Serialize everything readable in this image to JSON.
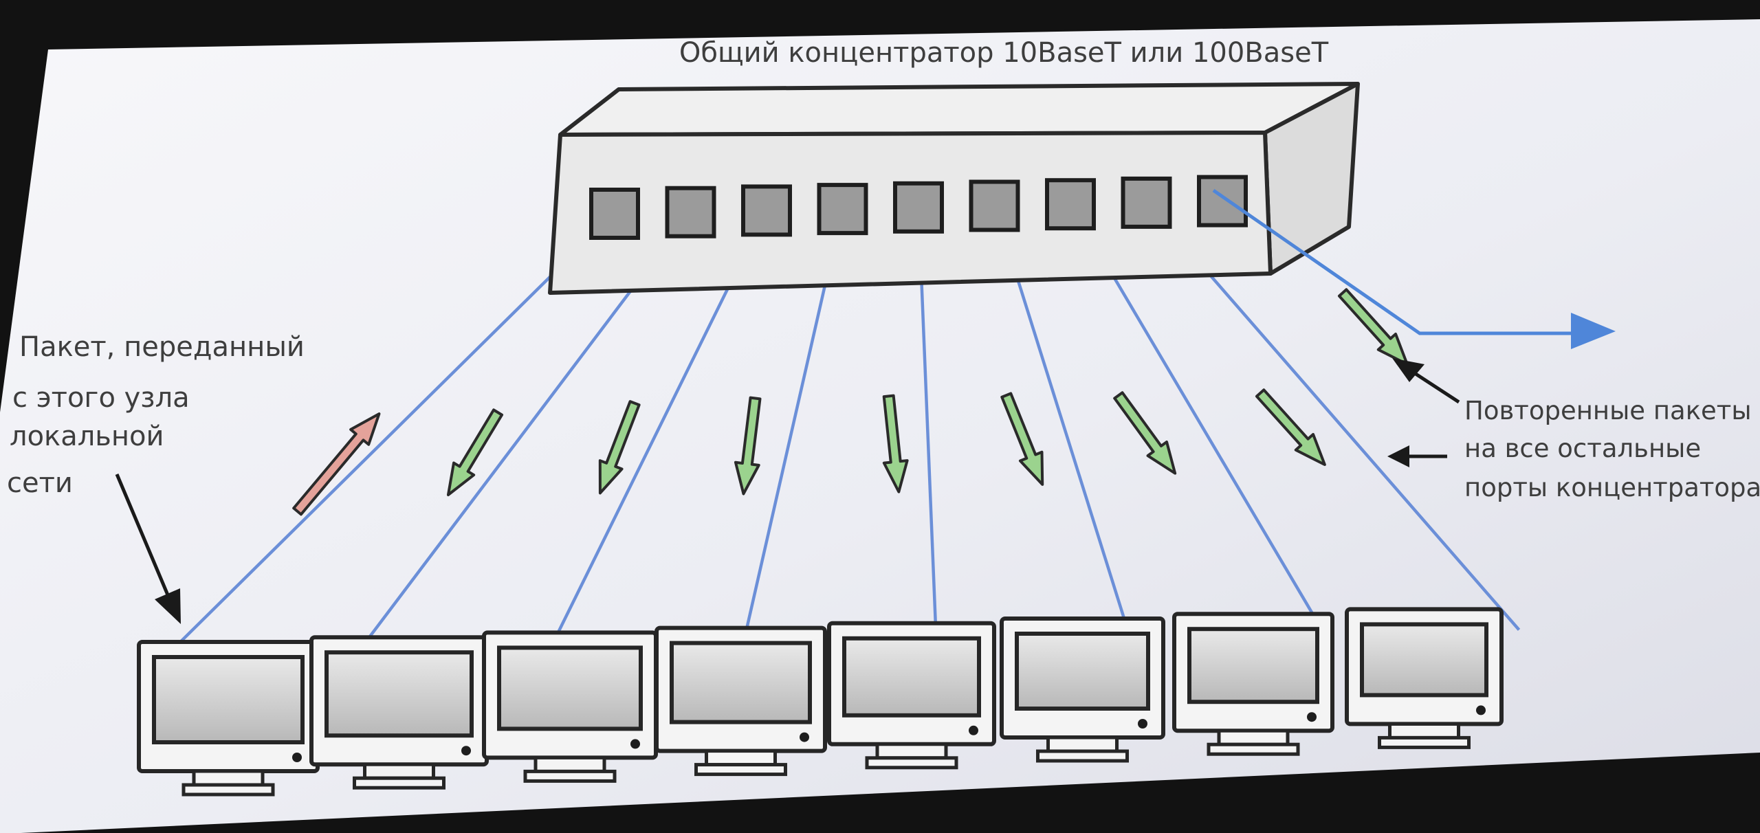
{
  "diagram": {
    "title": "Общий концентратор 10BaseT или 100BaseT",
    "left_note": {
      "lines": [
        "Пакет, переданный",
        "с этого узла",
        "локальной",
        "сети"
      ]
    },
    "right_note": {
      "lines": [
        "Повторенные пакеты",
        "на все остальные",
        "порты концентратора"
      ]
    },
    "hub": {
      "port_count": 9
    },
    "computers": {
      "count": 8
    },
    "colors": {
      "slide_background": "#ecedf3",
      "hub_face": "#e9e9e9",
      "hub_top": "#f0f0f0",
      "hub_side": "#dcdcdc",
      "port_fill": "#9b9b9b",
      "cable": "#6b8fd8",
      "sent_packet_arrow": "#e4a29a",
      "repeated_packet_arrow": "#9bd38e",
      "uplink_arrow": "#4f86d9",
      "pointer_arrow": "#1a1a1a",
      "monitor_frame": "#f4f4f4",
      "monitor_screen": "#c9c9c9"
    },
    "icons": {
      "hub": "hub-icon",
      "computer": "monitor-icon",
      "packet_sent": "arrow-up-right-icon",
      "packet_repeated": "arrow-down-icon",
      "uplink": "arrow-right-icon"
    }
  }
}
